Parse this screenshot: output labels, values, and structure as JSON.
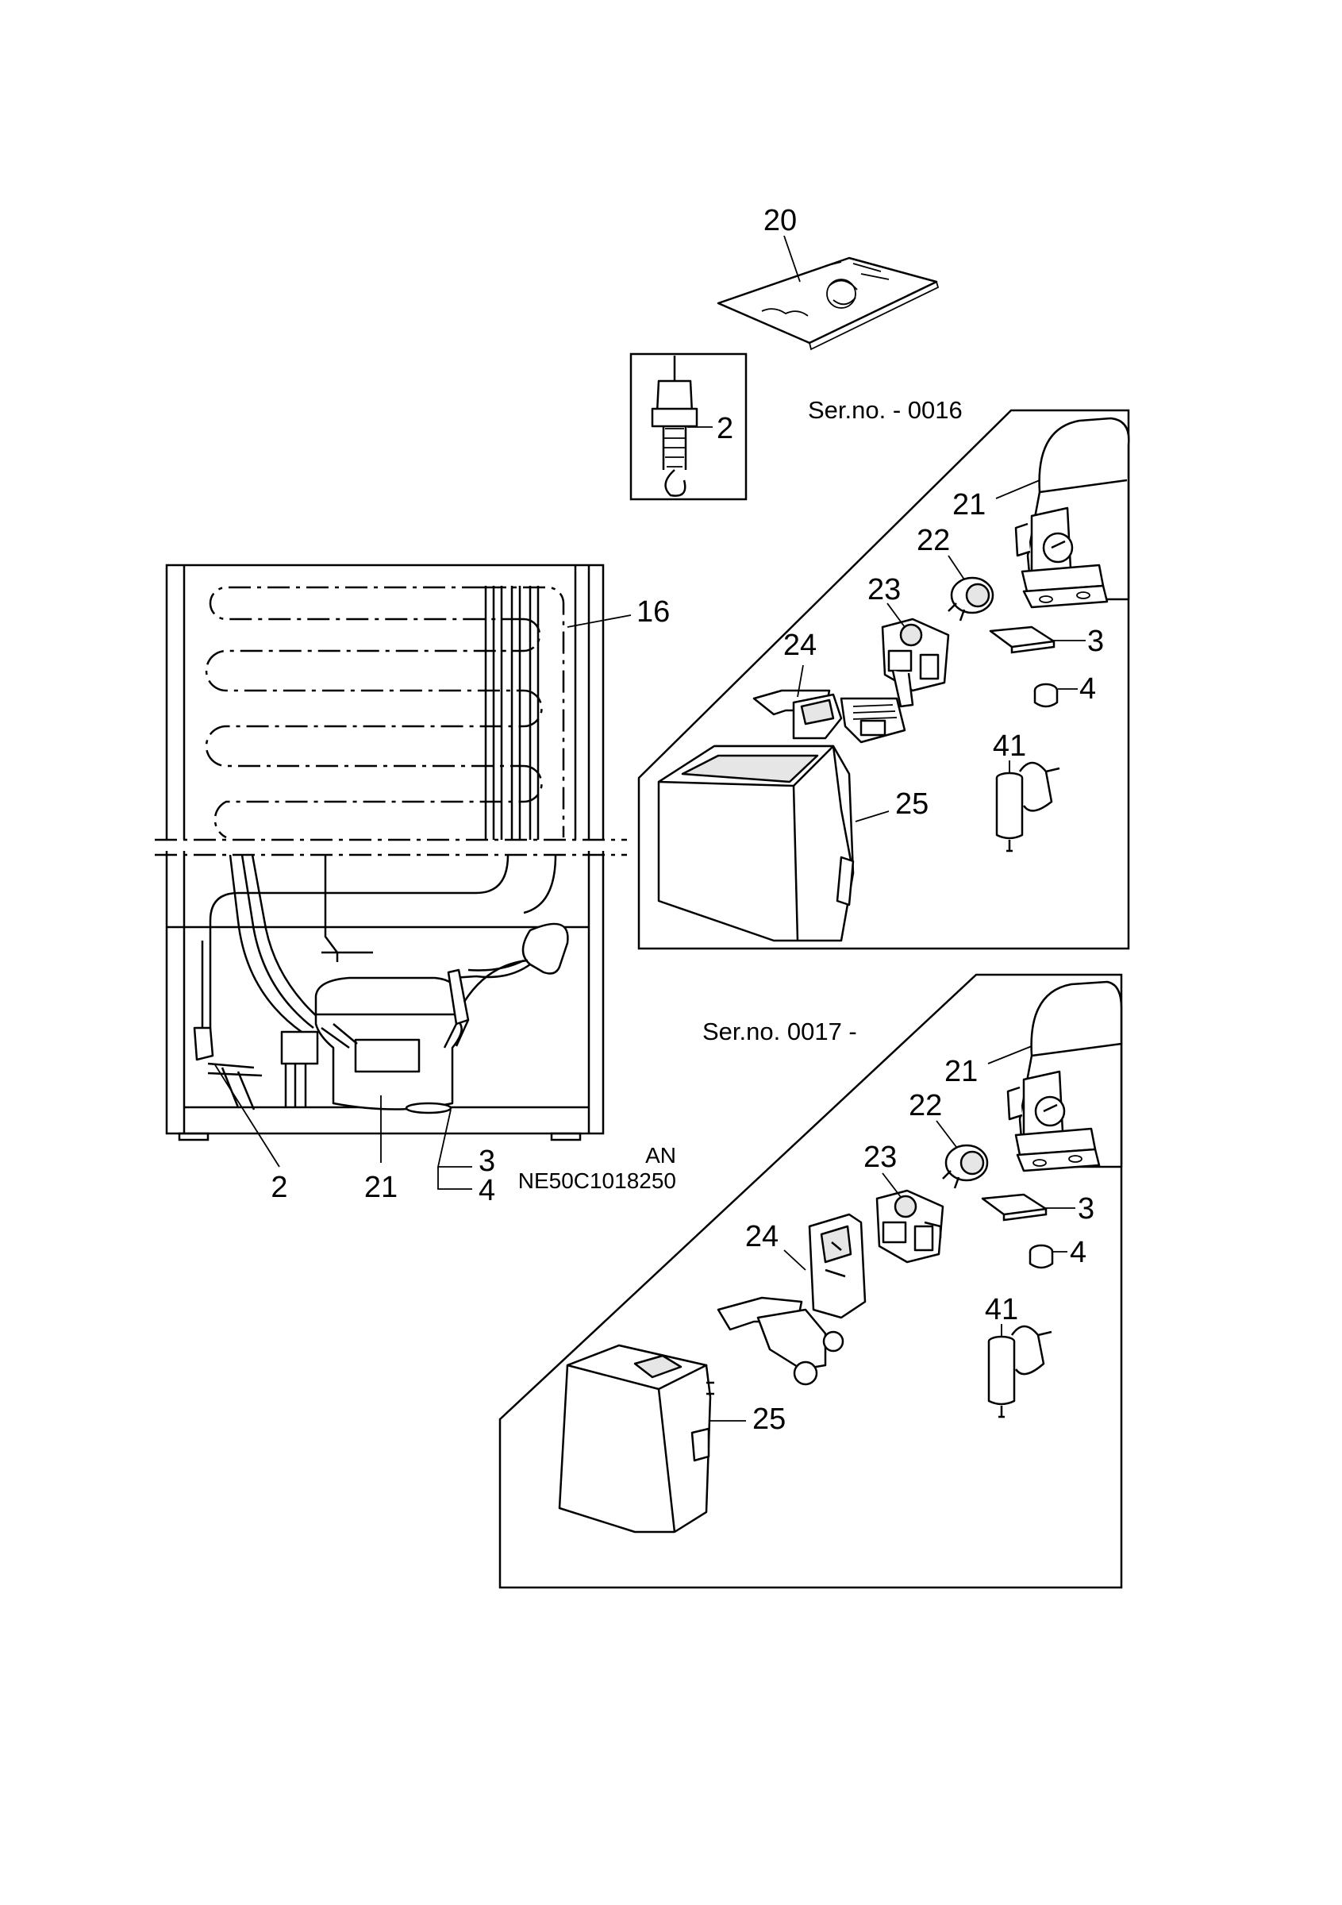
{
  "document": {
    "code_line1": "AN",
    "code_line2": "NE50C1018250"
  },
  "panels": {
    "top": {
      "serial": "Ser.no. - 0016"
    },
    "bottom": {
      "serial": "Ser.no. 0017 -"
    }
  },
  "callouts": {
    "manual": "20",
    "sensor_inset": "2",
    "condenser": "16",
    "main_sensor": "2",
    "main_compressor": "21",
    "main_grommet": "3",
    "main_spacer": "4",
    "top_compressor": "21",
    "top_overload": "22",
    "top_relay": "23",
    "top_bracket": "24",
    "top_cover": "25",
    "top_clip": "3",
    "top_spacer": "4",
    "top_capacitor": "41",
    "bot_compressor": "21",
    "bot_overload": "22",
    "bot_relay": "23",
    "bot_bracket": "24",
    "bot_cover": "25",
    "bot_clip": "3",
    "bot_spacer": "4",
    "bot_capacitor": "41"
  }
}
